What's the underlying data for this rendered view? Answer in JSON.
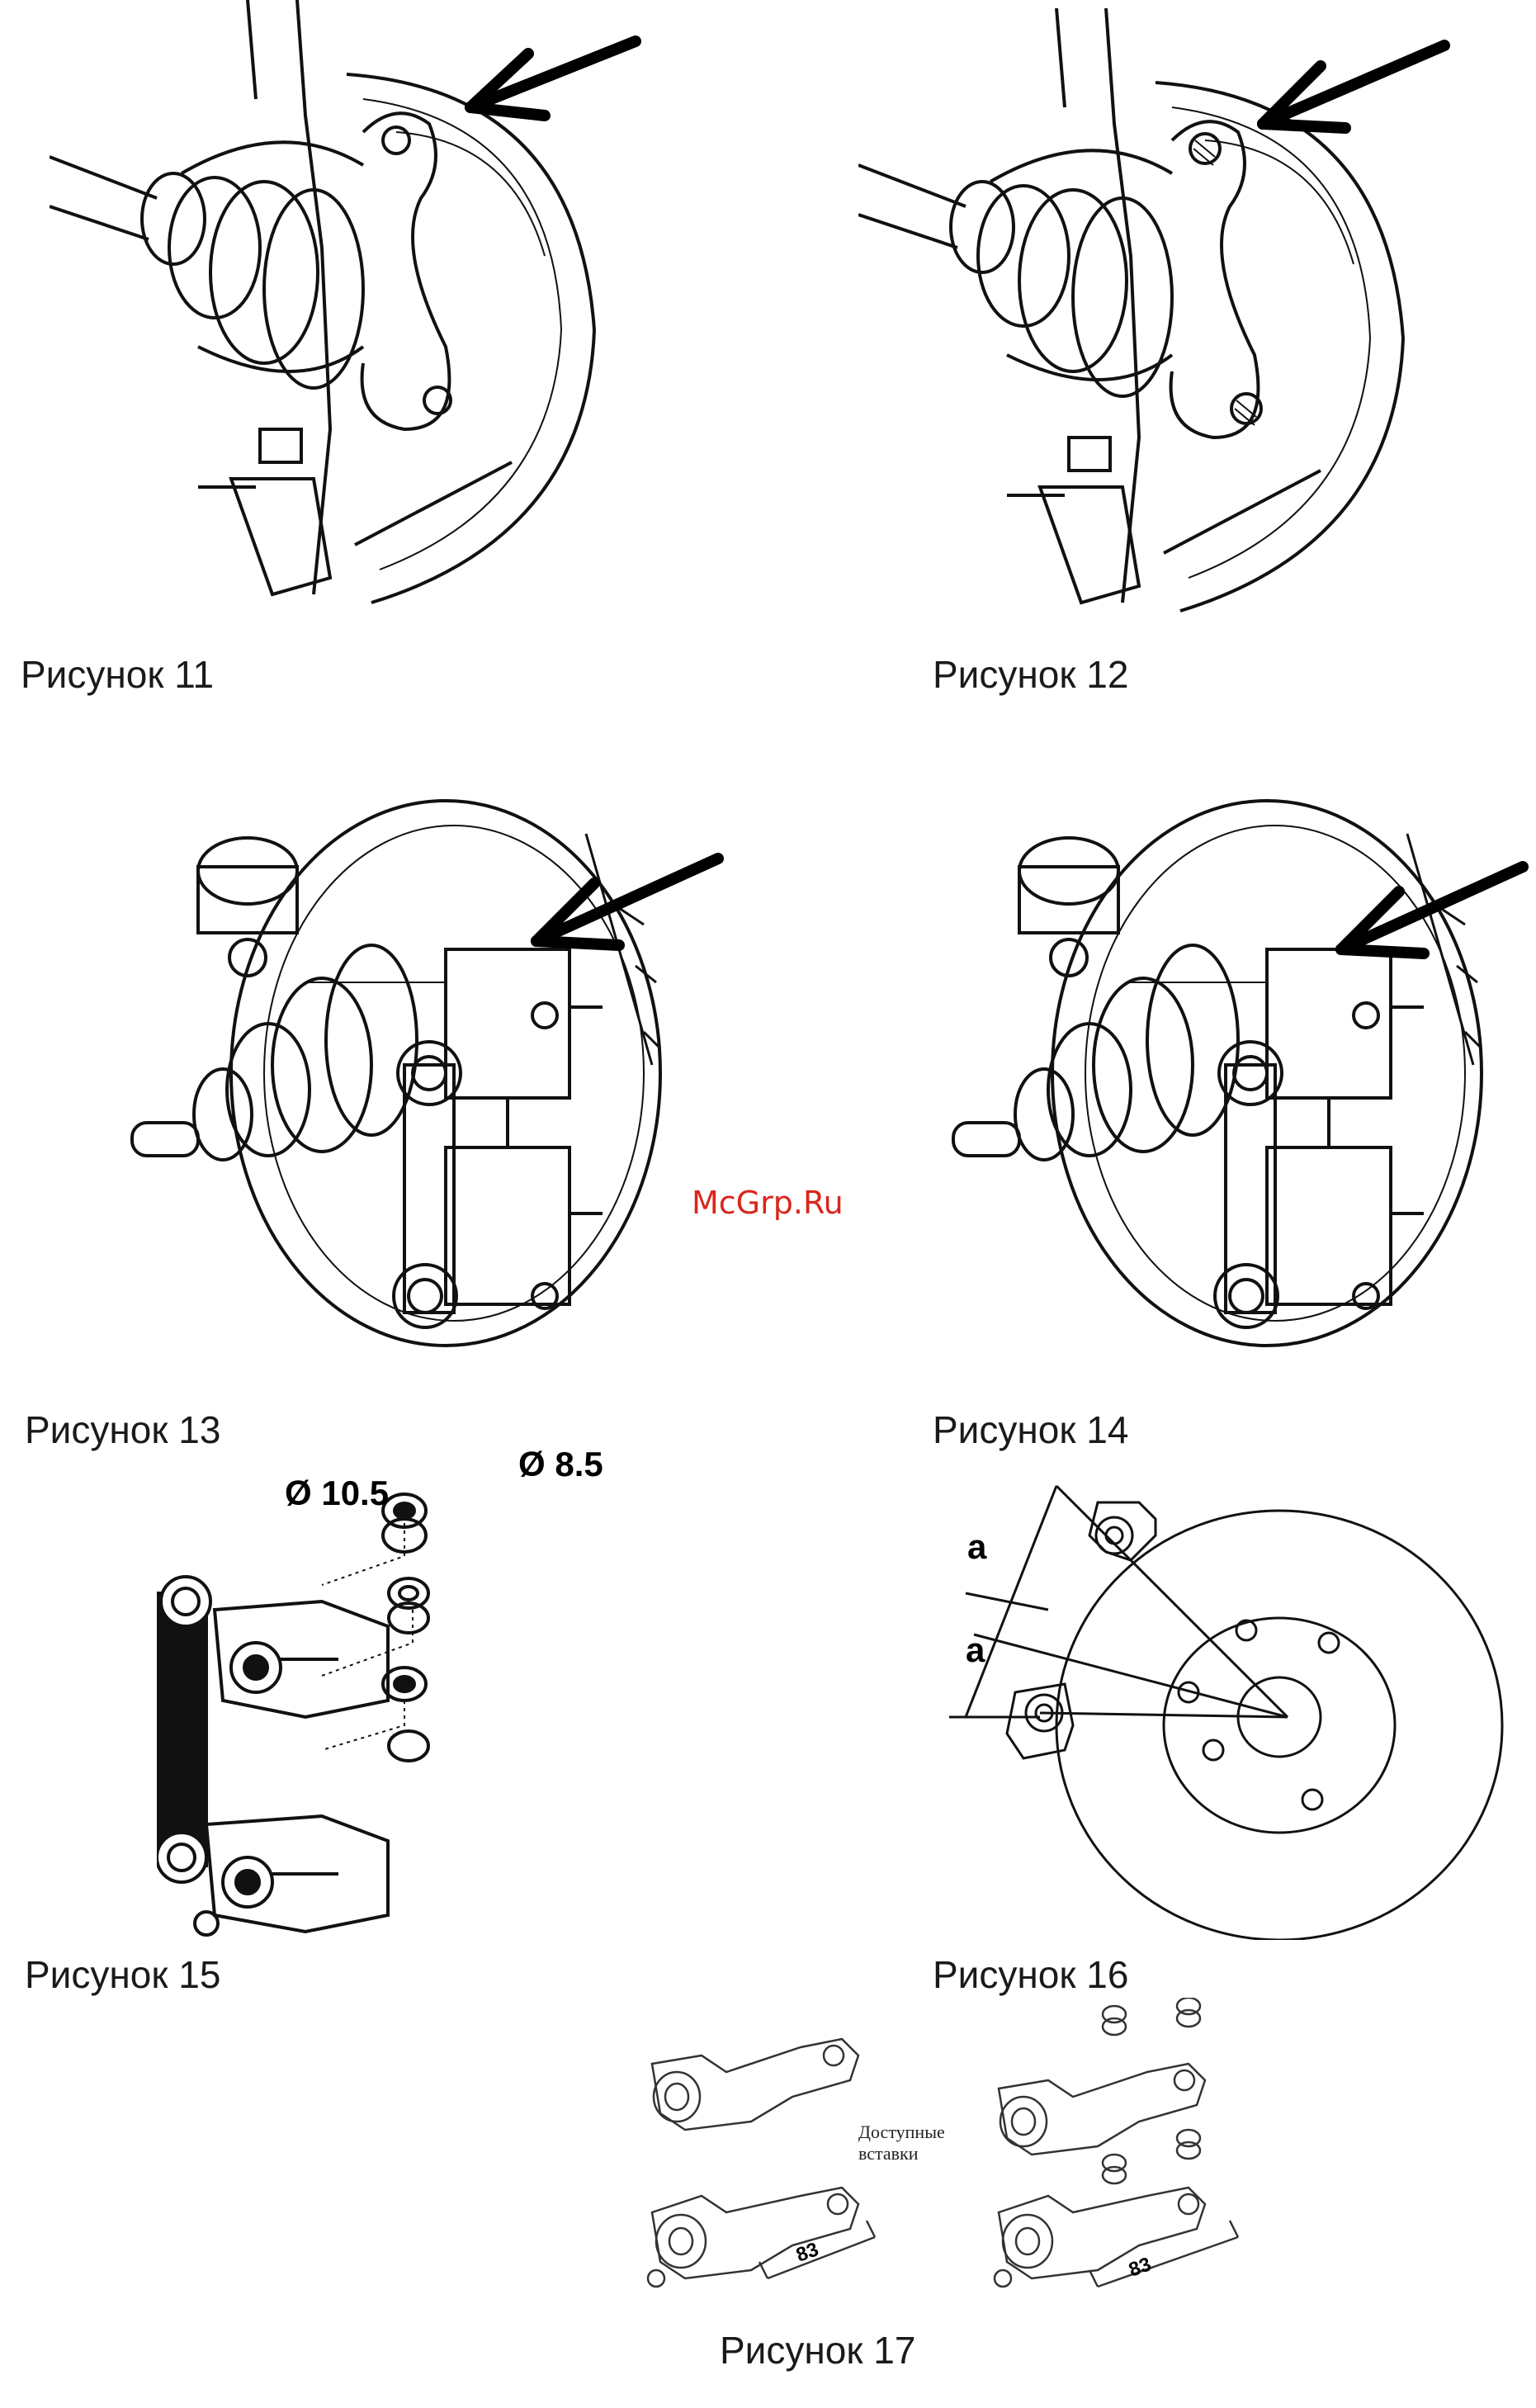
{
  "figures": {
    "fig11": {
      "caption": "Рисунок 11"
    },
    "fig12": {
      "caption": "Рисунок 12"
    },
    "fig13": {
      "caption": "Рисунок 13"
    },
    "fig14": {
      "caption": "Рисунок 14"
    },
    "fig15": {
      "caption": "Рисунок 15",
      "dim_large": "Ø 10.5",
      "dim_small": "Ø 8.5"
    },
    "fig16": {
      "caption": "Рисунок 16",
      "dim_a1": "a",
      "dim_a2": "a"
    },
    "fig17": {
      "caption": "Рисунок 17",
      "inserts_label_line1": "Доступные",
      "inserts_label_line2": "вставки",
      "dim_left": "83",
      "dim_right": "83"
    }
  },
  "watermark": "McGrp.Ru"
}
